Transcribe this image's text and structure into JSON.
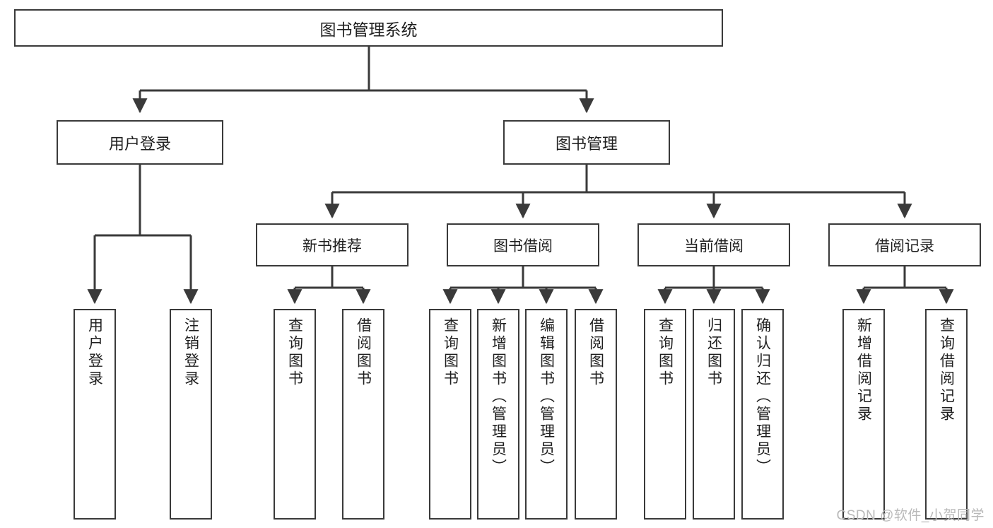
{
  "diagram": {
    "title": "图书管理系统",
    "type": "tree-hierarchy-diagram",
    "theme": {
      "background": "#ffffff",
      "box_border": "#3a3a3a",
      "box_fill": "#ffffff",
      "connector": "#3a3a3a",
      "text": "#1f1f1f",
      "watermark": "#b9b9b9"
    },
    "root": {
      "label": "图书管理系统"
    },
    "level2": [
      {
        "label": "用户登录"
      },
      {
        "label": "图书管理"
      }
    ],
    "level3": [
      {
        "label": "新书推荐"
      },
      {
        "label": "图书借阅"
      },
      {
        "label": "当前借阅"
      },
      {
        "label": "借阅记录"
      }
    ],
    "leaves": {
      "user_login": [
        {
          "label": "用户登录"
        },
        {
          "label": "注销登录"
        }
      ],
      "new_book_recommend": [
        {
          "label": "查询图书"
        },
        {
          "label": "借阅图书"
        }
      ],
      "book_borrow": [
        {
          "label": "查询图书"
        },
        {
          "label": "新增图书（管理员）"
        },
        {
          "label": "编辑图书（管理员）"
        },
        {
          "label": "借阅图书"
        }
      ],
      "current_borrow": [
        {
          "label": "查询图书"
        },
        {
          "label": "归还图书"
        },
        {
          "label": "确认归还（管理员）"
        }
      ],
      "borrow_record": [
        {
          "label": "新增借阅记录"
        },
        {
          "label": "查询借阅记录"
        }
      ]
    }
  },
  "watermark": {
    "text": "CSDN @软件_小贺同学"
  }
}
